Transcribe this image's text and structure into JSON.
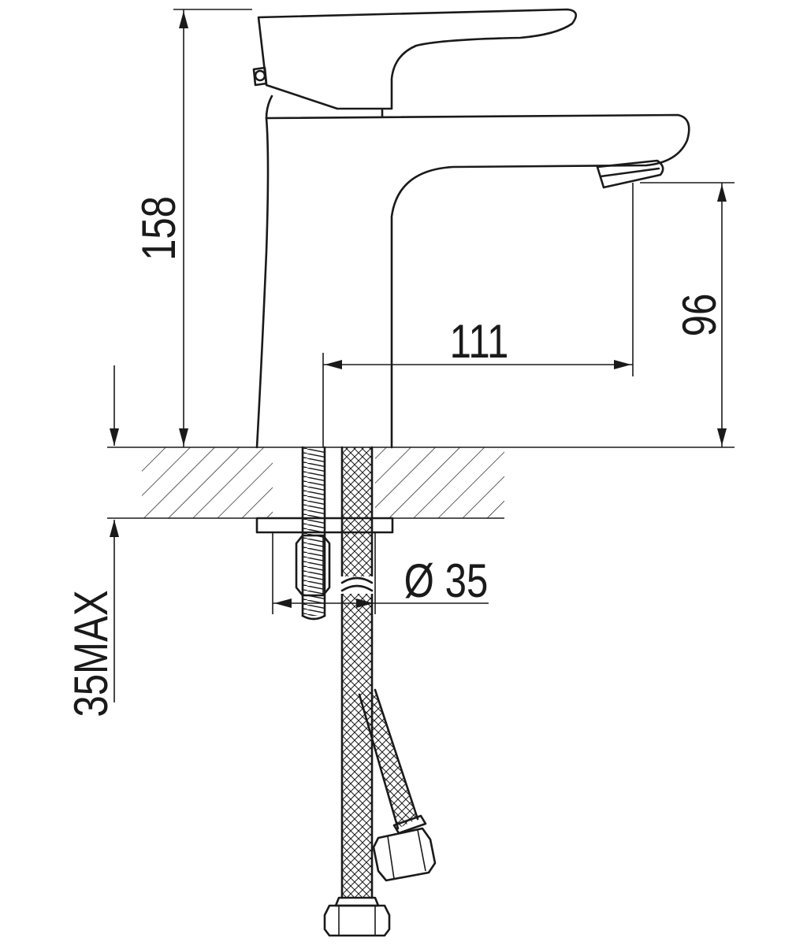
{
  "dimensions": {
    "height_overall": "158",
    "spout_height": "96",
    "spout_reach": "111",
    "hole_diameter": "Ø 35",
    "max_deck_thickness": "35MAX"
  }
}
